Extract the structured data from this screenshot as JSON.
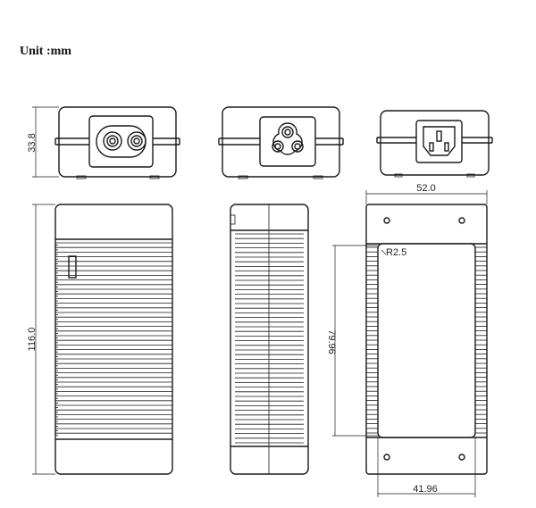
{
  "unit_label": "Unit :mm",
  "dimensions": {
    "height": "33.8",
    "width": "52.0",
    "length": "116.0",
    "label_height": "79.96",
    "label_width": "41.96",
    "corner_radius": "R2.5"
  },
  "views": [
    {
      "name": "front-end-view",
      "connector": "C8 two-pin inlet"
    },
    {
      "name": "front-end-view",
      "connector": "C6 three-pin inlet"
    },
    {
      "name": "front-end-view",
      "connector": "C14 IEC inlet"
    },
    {
      "name": "top-view"
    },
    {
      "name": "side-view"
    },
    {
      "name": "bottom-view"
    }
  ],
  "colors": {
    "line": "#1a1a1a",
    "background": "#ffffff"
  }
}
